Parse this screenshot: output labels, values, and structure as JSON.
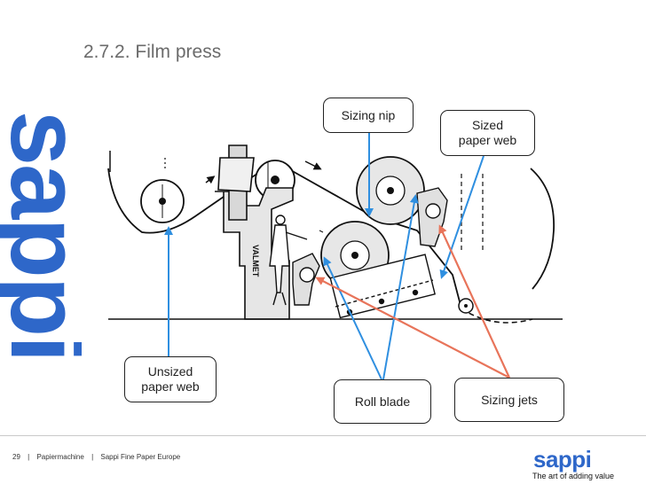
{
  "brand_vertical": "sappi",
  "slide_title": "2.7.2. Film press",
  "callouts": {
    "sizing_nip": "Sizing nip",
    "sized_web_line1": "Sized",
    "sized_web_line2": "paper web",
    "unsized_web_line1": "Unsized",
    "unsized_web_line2": "paper web",
    "roll_blade": "Roll blade",
    "sizing_jets": "Sizing jets"
  },
  "machine_label": "VALMET",
  "footer": {
    "page_number": "29",
    "section": "Papiermachine",
    "company": "Sappi Fine Paper Europe",
    "logo": "sappi",
    "tagline": "The art of adding value"
  },
  "colors": {
    "brand_blue": "#2e67c9",
    "arrow_blue": "#2f8fe0",
    "arrow_red": "#e8745a"
  }
}
